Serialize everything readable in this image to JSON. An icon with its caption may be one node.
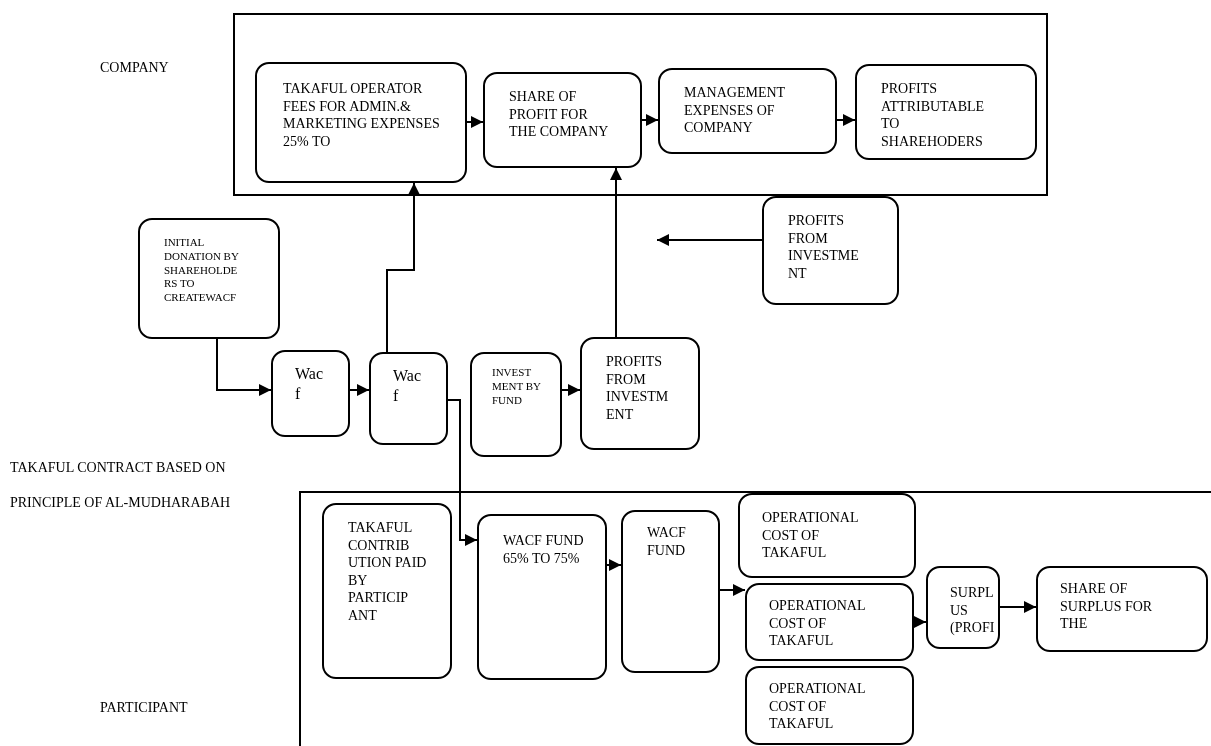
{
  "diagram": {
    "nodes": [
      {
        "text": [],
        "shape": "box"
      },
      {
        "text": [
          "TAKAFUL OPERATOR FEES FOR ADMIN.& MARKETING EXPENSES 25% TO"
        ],
        "in": 0
      },
      {
        "text": [
          "SHARE OF PROFIT FOR THE COMPANY"
        ],
        "in": 0
      },
      {
        "text": [
          "MANAGEMENT EXPENSES OF COMPANY"
        ],
        "in": 0
      },
      {
        "text": [
          "PROFITS ATTRIBUTABLE TO SHAREHODERS"
        ],
        "in": 0
      },
      {
        "text": [
          "PROFITS FROM INVESTME NT"
        ]
      },
      {
        "text": [
          "INITIAL DONATION BY SHAREHOLDE RS TO CREATEWACF"
        ]
      },
      {
        "text": [
          "Wac f"
        ]
      },
      {
        "text": [
          "Wac f"
        ]
      },
      {
        "text": [
          "INVEST MENT BY FUND"
        ]
      },
      {
        "text": [
          "PROFITS FROM INVESTM ENT"
        ]
      },
      {
        "text": [],
        "shape": "box"
      },
      {
        "text": [
          "TAKAFUL CONTRIB UTION PAID BY PARTICIP ANT"
        ],
        "in": 11
      },
      {
        "text": [
          "WACF FUND 65% TO 75%"
        ],
        "in": 11
      },
      {
        "text": [
          "WACF FUND"
        ],
        "in": 11
      },
      {
        "text": [
          "OPERATIONAL COST OF TAKAFUL"
        ],
        "in": 11
      },
      {
        "text": [
          "OPERATIONAL COST OF TAKAFUL"
        ],
        "in": 11
      },
      {
        "text": [
          "OPERATIONAL COST OF TAKAFUL"
        ],
        "in": 11
      },
      {
        "text": [
          "SURPL US (PROFI"
        ],
        "in": 11
      },
      {
        "text": [
          "SHARE OF SURPLUS FOR THE"
        ],
        "in": 11
      }
    ],
    "edges": [
      {
        "from": 1,
        "to": 2,
        "arrow": "to"
      },
      {
        "from": 2,
        "to": 3,
        "arrow": "to"
      },
      {
        "from": 3,
        "to": 4,
        "arrow": "to"
      },
      {
        "from": 8,
        "to": 1,
        "arrow": "to"
      },
      {
        "from": 10,
        "to": 2,
        "arrow": "to"
      },
      {
        "from": 5,
        "to": null,
        "arrow": "to"
      },
      {
        "from": 6,
        "to": 7,
        "arrow": "to"
      },
      {
        "from": 7,
        "to": 8,
        "arrow": "to"
      },
      {
        "from": 9,
        "to": 10,
        "arrow": "to"
      },
      {
        "from": 8,
        "to": 13,
        "arrow": "to"
      },
      {
        "from": 13,
        "to": 14,
        "arrow": "to"
      },
      {
        "from": 14,
        "to": 16,
        "arrow": "to"
      },
      {
        "from": 16,
        "to": 18,
        "arrow": "to"
      },
      {
        "from": 18,
        "to": 19,
        "arrow": "to"
      }
    ],
    "labels": [
      "COMPANY",
      "TAKAFUL CONTRACT BASED ON",
      "PRINCIPLE OF AL-MUDHARABAH",
      "PARTICIPANT"
    ]
  }
}
